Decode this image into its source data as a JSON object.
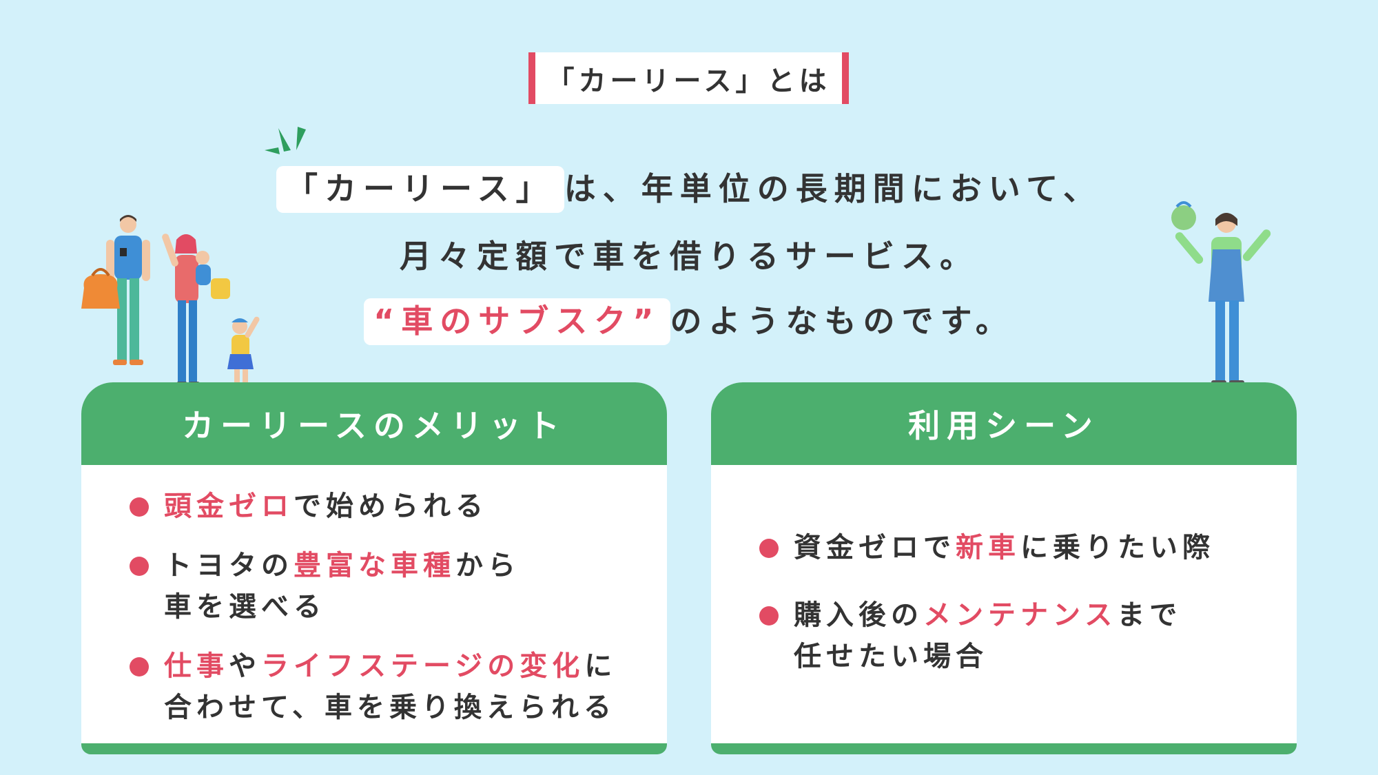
{
  "header": {
    "title": "「カーリース」とは"
  },
  "intro": {
    "line1_highlight": "「カーリース」",
    "line1_rest": "は、年単位の長期間において、",
    "line2": "月々定額で車を借りるサービス。",
    "line3_highlight": "“車のサブスク”",
    "line3_rest": "のようなものです。"
  },
  "merits": {
    "title": "カーリースのメリット",
    "items": [
      {
        "pink": "頭金ゼロ",
        "text": "で始められる"
      },
      {
        "pre": "トヨタの",
        "pink": "豊富な車種",
        "post": "から",
        "line2": "車を選べる"
      },
      {
        "pink1": "仕事",
        "mid": "や",
        "pink2": "ライフステージの変化",
        "post": "に",
        "line2": "合わせて、車を乗り換えられる"
      }
    ]
  },
  "scenes": {
    "title": "利用シーン",
    "items": [
      {
        "pre": "資金ゼロで",
        "pink": "新車",
        "post": "に乗りたい際"
      },
      {
        "pre": "購入後の",
        "pink": "メンテナンス",
        "post": "まで",
        "line2": "任せたい場合"
      }
    ]
  },
  "colors": {
    "accent_pink": "#e24b63",
    "card_green": "#4caf6e",
    "background": "#d3f1fa"
  },
  "icons": [
    "sparkle-icon",
    "family-illustration",
    "worker-illustration"
  ]
}
